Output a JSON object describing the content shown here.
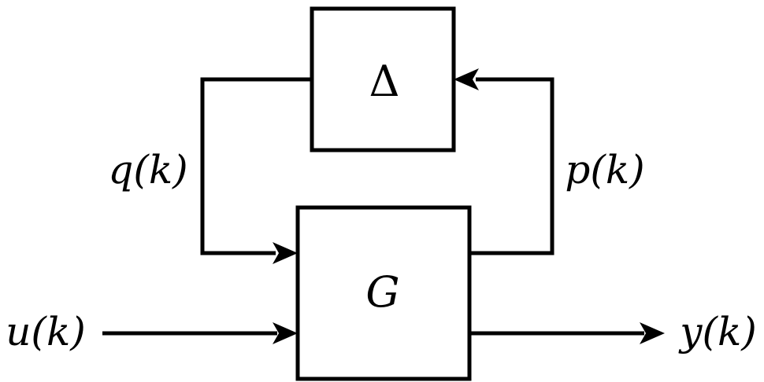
{
  "blocks": {
    "delta": {
      "label": "Δ"
    },
    "g": {
      "label": "G"
    }
  },
  "signals": {
    "u": "u(k)",
    "y": "y(k)",
    "q": "q(k)",
    "p": "p(k)"
  },
  "colors": {
    "stroke": "#000000",
    "background": "#ffffff"
  }
}
